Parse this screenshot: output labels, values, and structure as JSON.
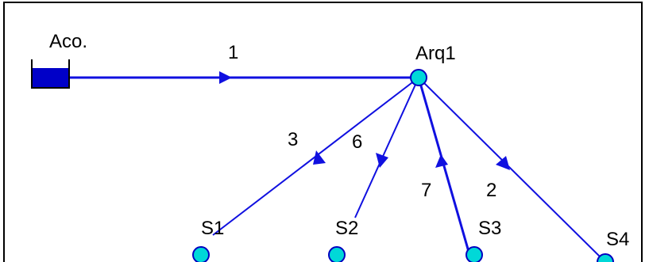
{
  "diagram": {
    "reservoir": {
      "label": "Aco.",
      "fill_color": "#0000c8"
    },
    "tank": {
      "label": "Arq1"
    },
    "sinks": [
      {
        "label": "S1"
      },
      {
        "label": "S2"
      },
      {
        "label": "S3"
      },
      {
        "label": "S4"
      }
    ],
    "pipes": [
      {
        "label": "1",
        "from": "Aco.",
        "to": "Arq1"
      },
      {
        "label": "3",
        "from": "Arq1",
        "to": "S1"
      },
      {
        "label": "6",
        "from": "Arq1",
        "to": "S2"
      },
      {
        "label": "7",
        "from": "S3",
        "to": "Arq1"
      },
      {
        "label": "2",
        "from": "Arq1",
        "to": "S4"
      }
    ],
    "colors": {
      "pipe": "#1010e0",
      "node": "#00d8d8",
      "node_stroke": "#0000c0"
    }
  }
}
